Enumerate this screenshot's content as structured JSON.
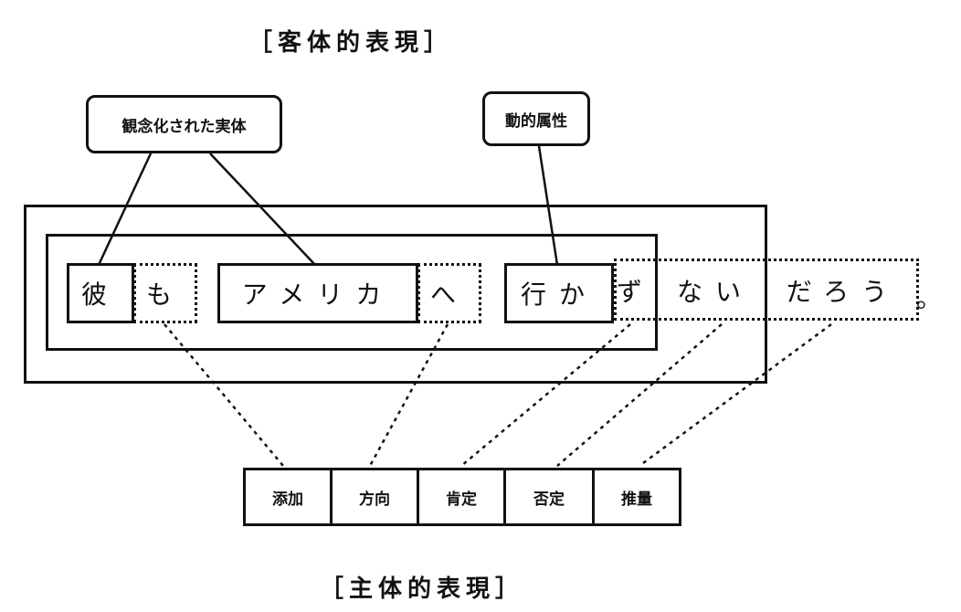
{
  "top_title": "［客体的表現］",
  "bottom_title": "［主体的表現］",
  "callouts": {
    "left": "観念化された実体",
    "right": "動的属性"
  },
  "sentence": {
    "w1": "彼",
    "w2": "も",
    "w3": "アメリカ",
    "w4": "へ",
    "w5": "行か",
    "w6": "ず",
    "w7": "ない",
    "w8": "だろう",
    "period": "。"
  },
  "categories": [
    "添加",
    "方向",
    "肯定",
    "否定",
    "推量"
  ]
}
